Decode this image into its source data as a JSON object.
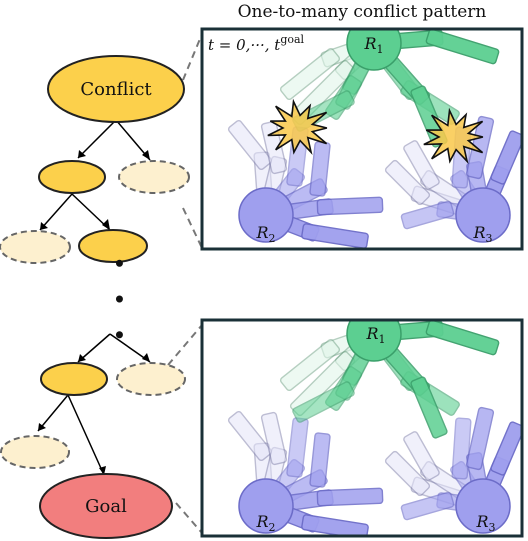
{
  "title": "One-to-many conflict pattern",
  "time_label": {
    "main": "t = 0,···, t",
    "sup": "goal"
  },
  "tree": {
    "root_label": "Conflict",
    "goal_label": "Goal",
    "ellipsis": "• • •"
  },
  "panels": {
    "top": {
      "robots": [
        {
          "letter": "R",
          "sub": "1"
        },
        {
          "letter": "R",
          "sub": "2"
        },
        {
          "letter": "R",
          "sub": "3"
        }
      ],
      "conflict_markers": 2
    },
    "bottom": {
      "robots": [
        {
          "letter": "R",
          "sub": "1"
        },
        {
          "letter": "R",
          "sub": "2"
        },
        {
          "letter": "R",
          "sub": "3"
        }
      ],
      "conflict_markers": 0
    }
  },
  "colors": {
    "conflict_node": "#fcd04b",
    "expanded_node": "#fcd04b",
    "pruned_node": "#fdf0cf",
    "goal_node": "#f27e7e",
    "robot1": "#5ccf91",
    "robot2_3": "#9f9fee",
    "panel_border": "#1a3037",
    "conflict_burst": "#f9c84a"
  }
}
